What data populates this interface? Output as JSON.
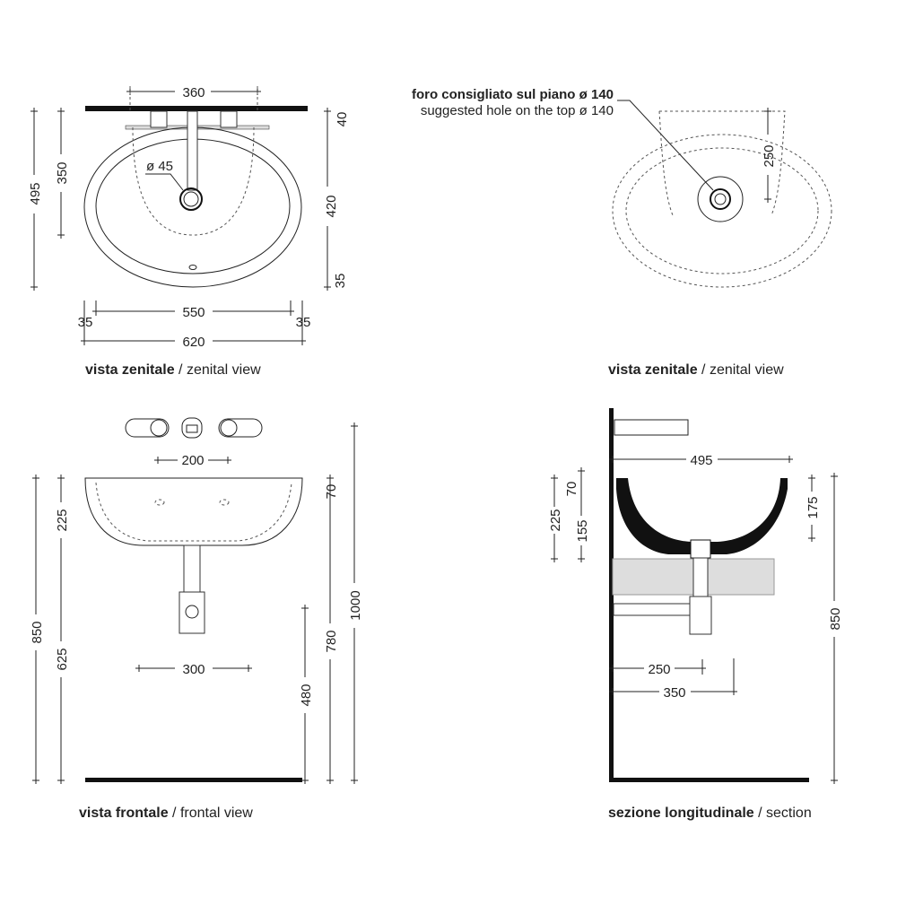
{
  "views": {
    "top_left": {
      "caption_it": "vista zenitale",
      "caption_sep": " / ",
      "caption_en": "zenital view",
      "dims": {
        "w360": "360",
        "h495": "495",
        "h350": "350",
        "h40": "40",
        "h420": "420",
        "h35": "35",
        "w550": "550",
        "w35l": "35",
        "w35r": "35",
        "w620": "620",
        "drain": "ø 45"
      }
    },
    "top_right": {
      "caption_it": "vista zenitale",
      "caption_sep": " / ",
      "caption_en": "zenital view",
      "note_it": "foro consigliato sul piano ø 140",
      "note_en": "suggested hole on the top ø 140",
      "dims": {
        "h250": "250"
      }
    },
    "bottom_left": {
      "caption_it": "vista frontale",
      "caption_sep": " / ",
      "caption_en": "frontal view",
      "dims": {
        "w200": "200",
        "h850": "850",
        "h225": "225",
        "h625": "625",
        "w300": "300",
        "h70": "70",
        "h780": "780",
        "h480": "480",
        "h1000": "1000"
      }
    },
    "bottom_right": {
      "caption_it": "sezione longitudinale",
      "caption_sep": " / ",
      "caption_en": "section",
      "dims": {
        "w495": "495",
        "h225": "225",
        "h70": "70",
        "h155": "155",
        "h175": "175",
        "h850": "850",
        "w250": "250",
        "w350": "350"
      }
    }
  }
}
